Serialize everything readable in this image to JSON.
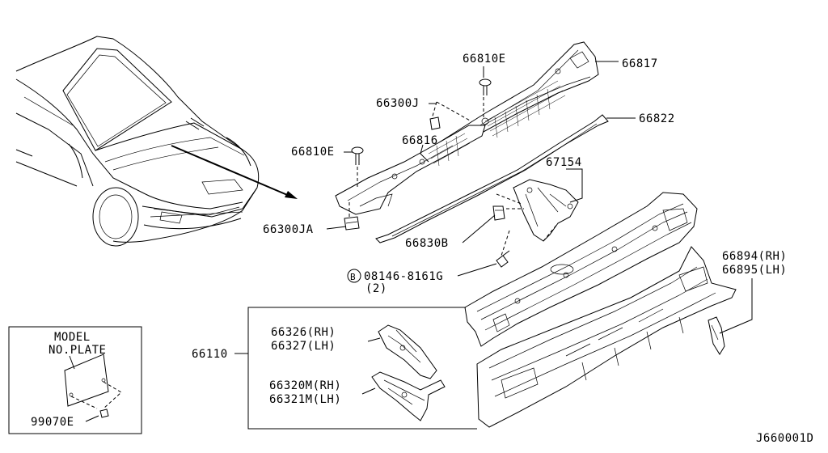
{
  "diagram_id": "J660001D",
  "model_plate_box": {
    "title_line1": "MODEL",
    "title_line2": "NO.PLATE",
    "part": "99070E"
  },
  "labels": {
    "p66810E_top": "66810E",
    "p66817": "66817",
    "p66300J": "66300J",
    "p66822": "66822",
    "p66816": "66816",
    "p66810E_left": "66810E",
    "p67154": "67154",
    "p66300JA": "66300JA",
    "p66830B": "66830B",
    "bolt_circle": "B",
    "bolt_number": "08146-8161G",
    "bolt_qty": "(2)",
    "p66894": "66894(RH)",
    "p66895": "66895(LH)",
    "p66110": "66110",
    "p66326": "66326(RH)",
    "p66327": "66327(LH)",
    "p66320M": "66320M(RH)",
    "p66321M": "66321M(LH)"
  }
}
